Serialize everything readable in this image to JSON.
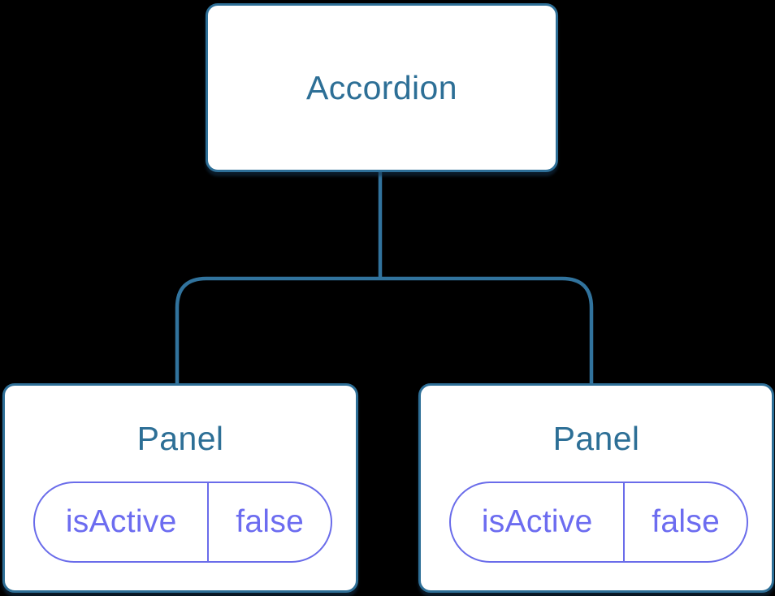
{
  "diagram": {
    "root": {
      "label": "Accordion"
    },
    "children": [
      {
        "label": "Panel",
        "state": {
          "key": "isActive",
          "value": "false"
        }
      },
      {
        "label": "Panel",
        "state": {
          "key": "isActive",
          "value": "false"
        }
      }
    ]
  },
  "colors": {
    "background": "#000000",
    "node_fill": "#ffffff",
    "node_border": "#2e6f97",
    "node_label": "#2d6f96",
    "connector": "#31739d",
    "state_accent": "#6a6cea",
    "state_text": "#6c6cf0"
  }
}
